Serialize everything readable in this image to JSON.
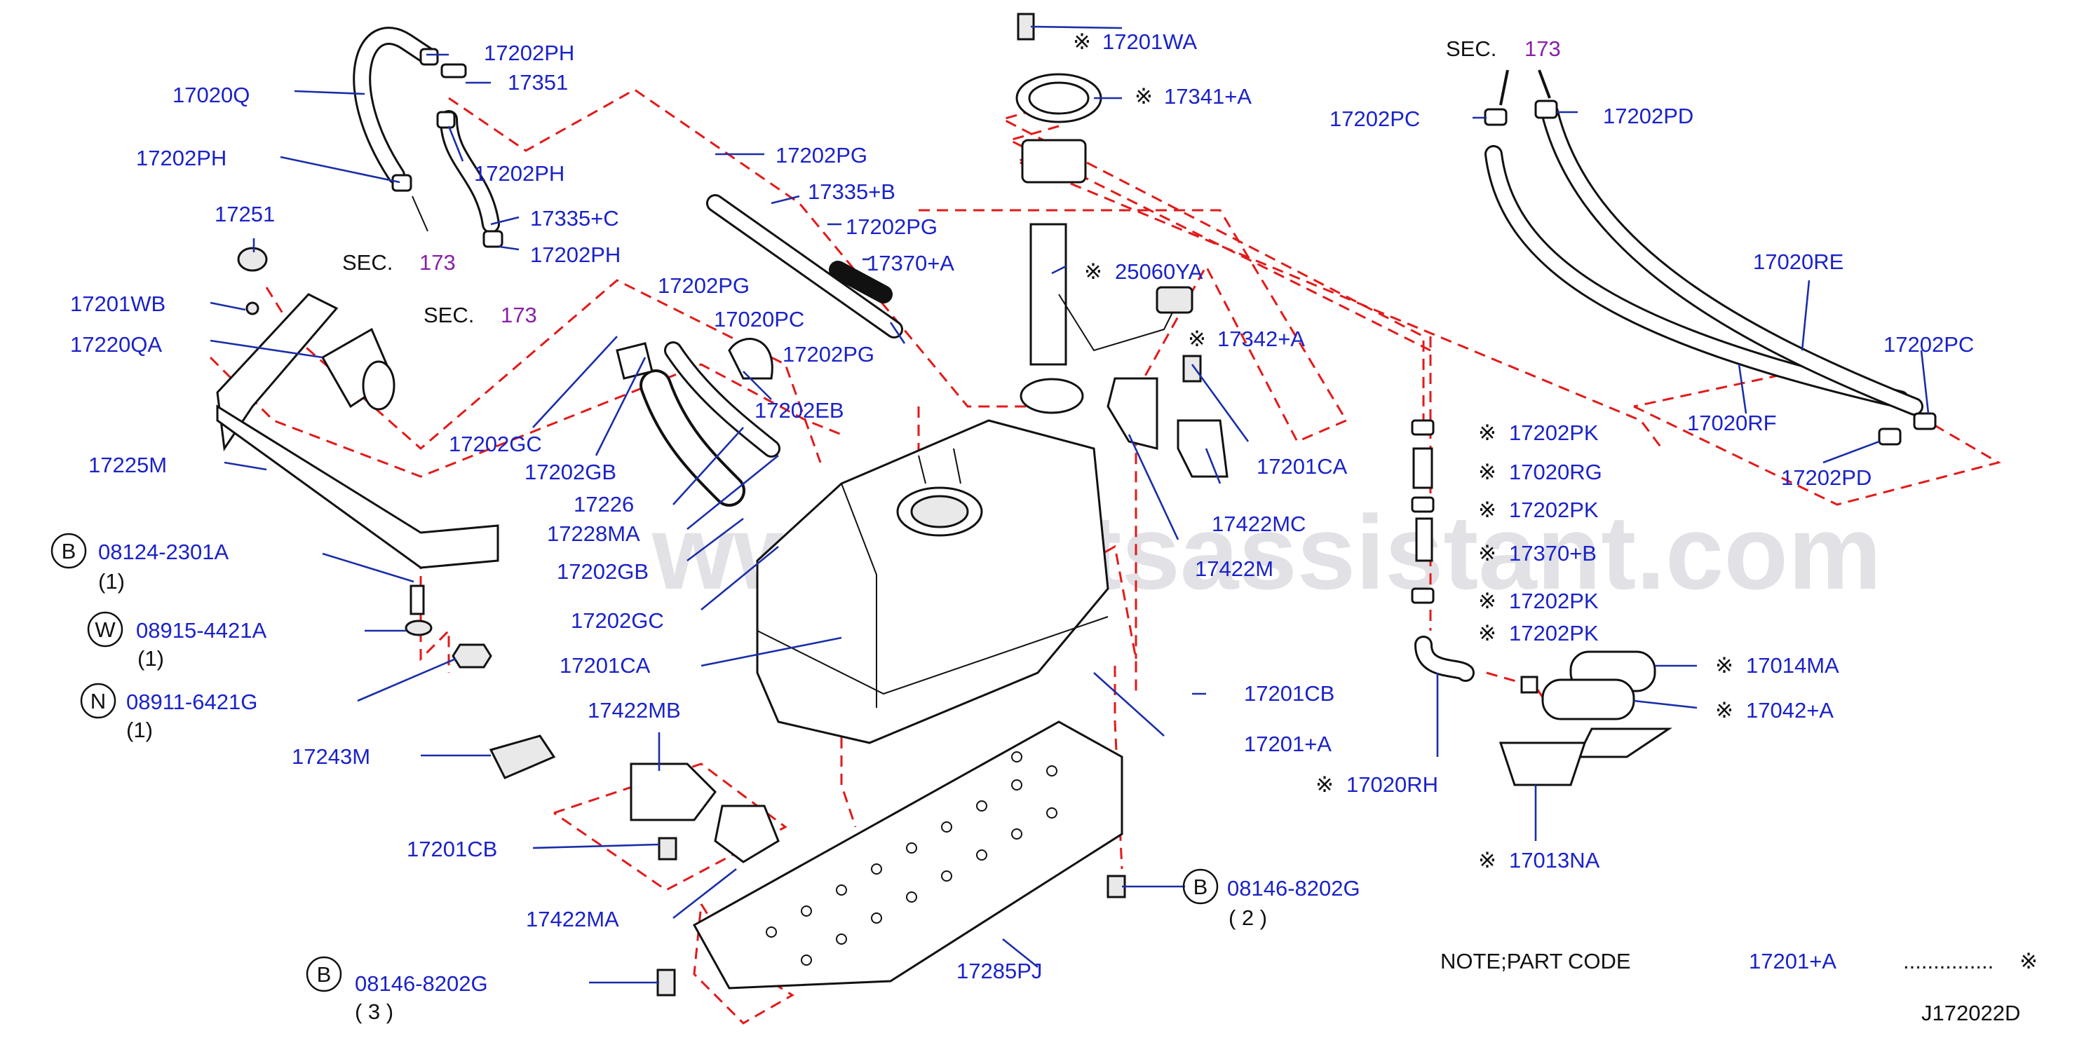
{
  "watermark": "www.partsassistant.com",
  "diagram_code": "J172022D",
  "note": {
    "prefix": "NOTE;PART",
    "code_word": "CODE",
    "part": "17201+A",
    "dots": "...............",
    "mark": "※"
  },
  "sec_references": [
    {
      "word": "SEC.",
      "num": "173"
    },
    {
      "word": "SEC.",
      "num": "173"
    },
    {
      "word": "SEC.",
      "num": "173"
    }
  ],
  "qualifier_letters": [
    "B",
    "W",
    "N",
    "B",
    "B"
  ],
  "labels": {
    "l17020Q": "17020Q",
    "l17202PH_a": "17202PH",
    "l17351": "17351",
    "l17202PH_b": "17202PH",
    "l17202PH_c": "17202PH",
    "l17335C": "17335+C",
    "l17202PH_d": "17202PH",
    "l17251": "17251",
    "l17201WB": "17201WB",
    "l17220QA": "17220QA",
    "l17225M": "17225M",
    "l08124": "08124-2301A",
    "q08124": "(1)",
    "l08915": "08915-4421A",
    "q08915": "(1)",
    "l08911": "08911-6421G",
    "q08911": "(1)",
    "l17243M": "17243M",
    "l17202PG_a": "17202PG",
    "l17335B": "17335+B",
    "l17202PG_b": "17202PG",
    "l17370A": "17370+A",
    "l17202PG_c": "17202PG",
    "l17020PC": "17020PC",
    "l17202PG_d": "17202PG",
    "l17202EB": "17202EB",
    "l17202GC_a": "17202GC",
    "l17202GB_a": "17202GB",
    "l17226": "17226",
    "l17228MA": "17228MA",
    "l17202GB_b": "17202GB",
    "l17202GC_b": "17202GC",
    "l17201CA_a": "17201CA",
    "l17422MB": "17422MB",
    "l17201CB_a": "17201CB",
    "l17422MA": "17422MA",
    "l08146a": "08146-8202G",
    "q08146a": "( 3 )",
    "l17285PJ": "17285PJ",
    "l08146b": "08146-8202G",
    "q08146b": "( 2 )",
    "l17201CB_b": "17201CB",
    "l17201A": "17201+A",
    "l17201WA": "17201WA",
    "l17341A": "17341+A",
    "l25060YA": "25060YA",
    "l17342A": "17342+A",
    "l17201CA_b": "17201CA",
    "l17422MC": "17422MC",
    "l17422M": "17422M",
    "l17202PC_a": "17202PC",
    "l17202PD_a": "17202PD",
    "l17020RE": "17020RE",
    "l17202PC_b": "17202PC",
    "l17020RF": "17020RF",
    "l17202PD_b": "17202PD",
    "l17202PK_a": "17202PK",
    "l17020RG": "17020RG",
    "l17202PK_b": "17202PK",
    "l17370B": "17370+B",
    "l17202PK_c": "17202PK",
    "l17202PK_d": "17202PK",
    "l17014MA": "17014MA",
    "l17042A": "17042+A",
    "l17020RH": "17020RH",
    "l17013NA": "17013NA"
  },
  "marked": {
    "mark": "※"
  }
}
